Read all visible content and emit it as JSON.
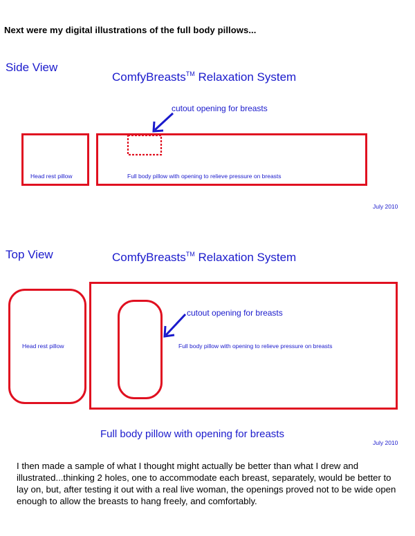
{
  "intro": "Next were my digital illustrations of the full body pillows...",
  "side_view": {
    "label": "Side View",
    "title_main": "ComfyBreasts",
    "title_tm": "TM",
    "title_rest": " Relaxation System",
    "cutout_label": "cutout opening for breasts",
    "head_pillow_label": "Head rest pillow",
    "body_pillow_label": "Full body pillow with opening to relieve pressure on breasts",
    "date": "July 2010"
  },
  "top_view": {
    "label": "Top View",
    "title_main": "ComfyBreasts",
    "title_tm": "TM",
    "title_rest": " Relaxation System",
    "cutout_label": "cutout opening for breasts",
    "head_pillow_label": "Head rest pillow",
    "body_pillow_label": "Full body pillow with opening to relieve pressure on breasts",
    "caption": "Full body pillow with opening for breasts",
    "date": "July 2010"
  },
  "paragraph": "I then made a sample of what I thought might actually be better than what I drew and illustrated...thinking 2 holes, one to accommodate each breast, separately, would be better to lay on, but, after testing it out with a real live woman, the openings proved not to be wide open enough to allow the breasts to hang freely, and comfortably.",
  "colors": {
    "outline": "#e01020",
    "text_blue": "#1a1acc",
    "arrow": "#1a1acc"
  }
}
